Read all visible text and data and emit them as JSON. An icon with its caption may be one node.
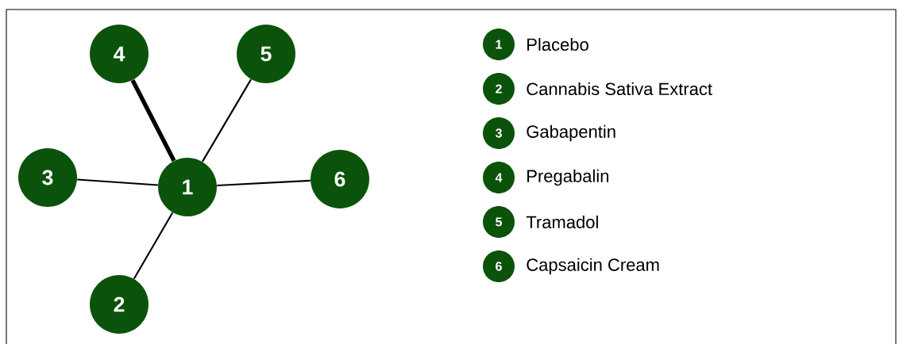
{
  "diagram": {
    "nodes": [
      {
        "text": [
          "4"
        ]
      },
      {
        "text": [
          "5"
        ]
      },
      {
        "text": [
          "3"
        ]
      },
      {
        "text": [
          "1"
        ]
      },
      {
        "text": [
          "6"
        ]
      },
      {
        "text": [
          "2"
        ]
      },
      {
        "text": [
          "1"
        ],
        "beside": [
          "Placebo"
        ]
      },
      {
        "text": [
          "2"
        ],
        "beside": [
          "Cannabis Sativa Extract"
        ]
      },
      {
        "text": [
          "3"
        ],
        "beside": [
          "Gabapentin"
        ]
      },
      {
        "text": [
          "4"
        ],
        "beside": [
          "Pregabalin"
        ]
      },
      {
        "text": [
          "5"
        ],
        "beside": [
          "Tramadol"
        ]
      },
      {
        "text": [
          "6"
        ],
        "beside": [
          "Capsaicin Cream"
        ]
      }
    ],
    "edges": [
      {
        "from": 3,
        "to": 0,
        "arrow": "none",
        "style": "thick"
      },
      {
        "from": 3,
        "to": 1,
        "arrow": "none"
      },
      {
        "from": 3,
        "to": 2,
        "arrow": "none"
      },
      {
        "from": 3,
        "to": 4,
        "arrow": "none"
      },
      {
        "from": 3,
        "to": 5,
        "arrow": "none"
      }
    ]
  }
}
